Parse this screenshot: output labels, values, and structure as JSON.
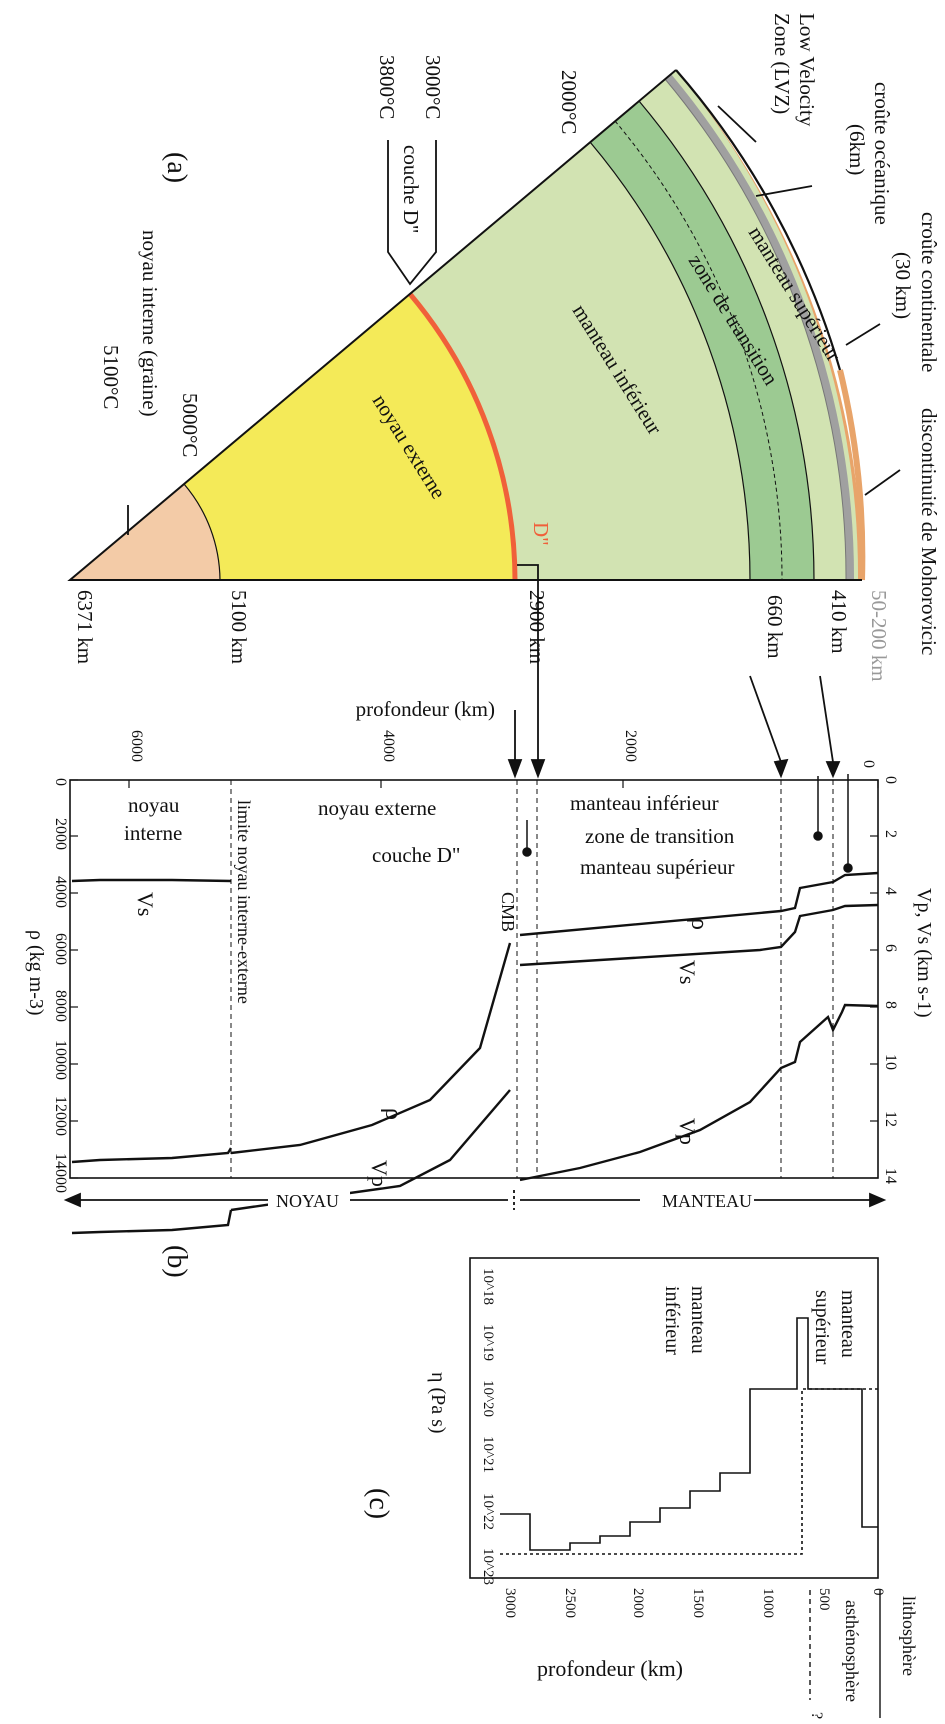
{
  "panel_a": {
    "label": "(a)",
    "temp_3000": "3000°C",
    "temp_3800": "3800°C",
    "couche_d": "couche D\"",
    "temp_2000": "2000°C",
    "lvz_1": "Low Velocity",
    "lvz_2": "Zone (LVZ)",
    "croute_oc_1": "croûte océanique",
    "croute_oc_2": "(6km)",
    "croute_co_1": "croûte continentale",
    "croute_co_2": "(30 km)",
    "moho": "discontinuité de Mohorovicic",
    "manteau_sup": "manteau supérieur",
    "zone_transition": "zone de transition",
    "manteau_inf": "manteau inférieur",
    "noyau_ext": "noyau externe",
    "d_label": "D\"",
    "noyau_int_1": "noyau interne (graine)",
    "temp_5000": "5000°C",
    "temp_5100": "5100°C",
    "d_50_200": "50-200 km",
    "d_410": "410 km",
    "d_660": "660 km",
    "d_2900": "2900 km",
    "d_5100": "5100 km",
    "d_6371": "6371 km",
    "colors": {
      "crust_cont": "#e8a46a",
      "lvz": "#a0a0a0",
      "mantle_light": "#d2e3b2",
      "mantle_dark": "#9cca92",
      "core_outer": "#f4ea58",
      "core_inner": "#f3cba7",
      "d_layer": "#f0603a"
    }
  },
  "panel_b": {
    "label": "(b)",
    "profondeur": "profondeur (km)",
    "velocity_axis": "Vp, Vs (km s-1)",
    "velocity_ticks": [
      "0",
      "2",
      "4",
      "6",
      "8",
      "10",
      "12",
      "14"
    ],
    "depth_ticks": [
      "0",
      "2000",
      "4000",
      "6000"
    ],
    "density_ticks": [
      "0",
      "2000",
      "4000",
      "6000",
      "8000",
      "10000",
      "12000",
      "14000"
    ],
    "density_axis": "ρ (kg m-3)",
    "manteau_inf": "manteau inférieur",
    "zone_transition": "zone de transition",
    "manteau_sup": "manteau supérieur",
    "noyau_externe": "noyau externe",
    "couche_d": "couche D\"",
    "cmb": "CMB",
    "noyau_interne_1": "noyau",
    "noyau_interne_2": "interne",
    "limite": "limite noyau interne-externe",
    "rho": "ρ",
    "vs": "Vs",
    "vp": "Vp",
    "manteau_arrow": "MANTEAU",
    "noyau_arrow": "NOYAU"
  },
  "panel_c": {
    "label": "(c)",
    "viscosity_axis": "η (Pa s)",
    "visc_ticks": [
      "10^18",
      "10^19",
      "10^20",
      "10^21",
      "10^22",
      "10^23"
    ],
    "depth_ticks": [
      "0",
      "500",
      "1000",
      "1500",
      "2000",
      "2500",
      "3000"
    ],
    "profondeur": "profondeur (km)",
    "manteau_sup_1": "manteau",
    "manteau_sup_2": "supérieur",
    "manteau_inf_1": "manteau",
    "manteau_inf_2": "inférieur",
    "lithosphere": "lithosphère",
    "asthenosphere": "asthénosphère",
    "question": "?"
  }
}
